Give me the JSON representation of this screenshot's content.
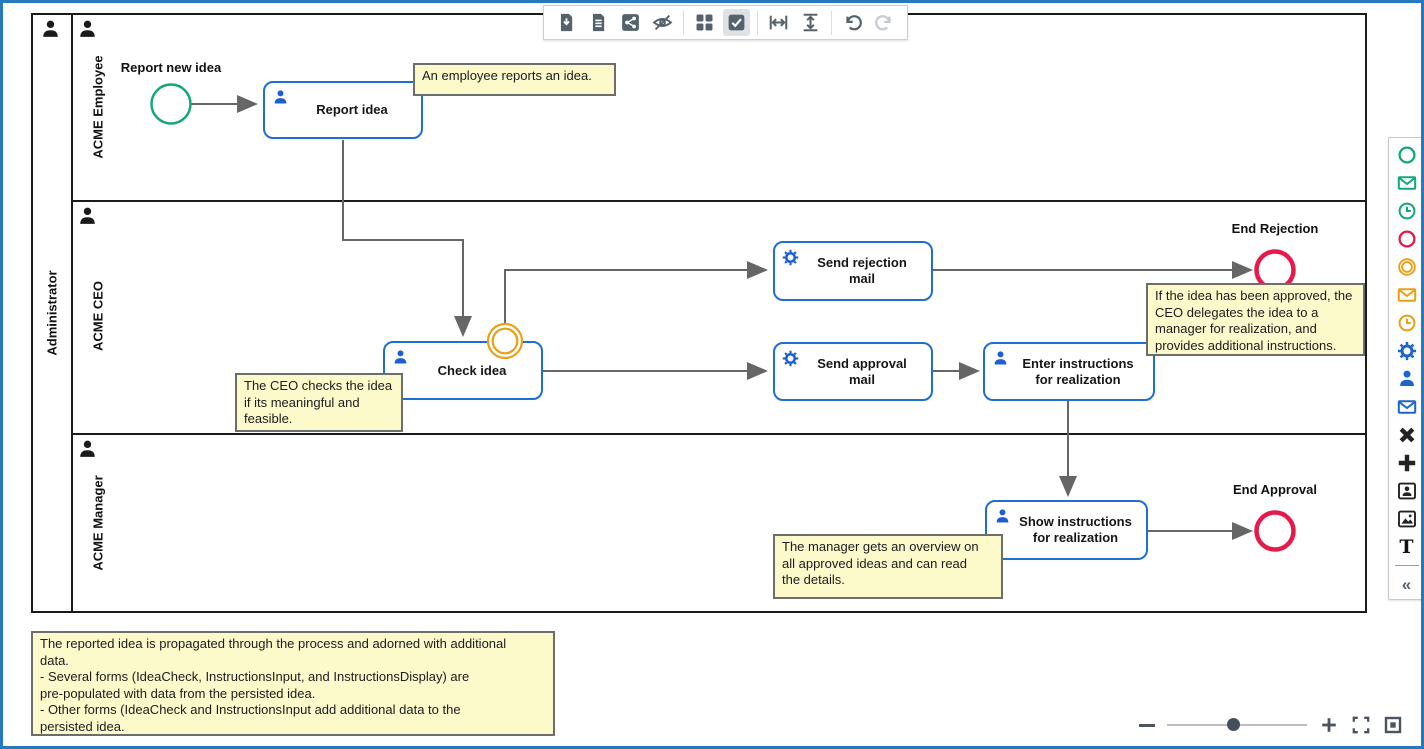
{
  "window": {
    "border_color": "#2679bd"
  },
  "toolbar": {
    "icons": [
      "download-document",
      "document",
      "share",
      "hide-overlays",
      "grid",
      "checkbox-checked",
      "fit-width",
      "fit-height",
      "undo",
      "redo"
    ],
    "active_icon": "checkbox-checked",
    "disabled_icon": "redo"
  },
  "pool": {
    "label": "Administrator",
    "lanes": [
      "ACME Employee",
      "ACME CEO",
      "ACME Manager"
    ]
  },
  "events": {
    "start": {
      "label": "Report new idea",
      "color": "#14a77c"
    },
    "boundary": {
      "label": "",
      "color": "#e8a117"
    },
    "end_rejection": {
      "label": "End Rejection",
      "color": "#e6194b"
    },
    "end_approval": {
      "label": "End Approval",
      "color": "#e6194b"
    }
  },
  "tasks": {
    "report_idea": {
      "label": "Report idea",
      "type": "user"
    },
    "check_idea": {
      "label": "Check idea",
      "type": "user"
    },
    "send_rejection": {
      "label": "Send rejection\nmail",
      "type": "service"
    },
    "send_approval": {
      "label": "Send approval\nmail",
      "type": "service"
    },
    "enter_instructions": {
      "label": "Enter instructions\nfor realization",
      "type": "user"
    },
    "show_instructions": {
      "label": "Show instructions\nfor realization",
      "type": "user"
    }
  },
  "annotations": {
    "employee_reports": "An employee reports an idea.",
    "ceo_checks": "The CEO checks the idea\nif its meaningful and\nfeasible.",
    "idea_approved": "If the idea has been approved, the\nCEO delegates the idea to a\nmanager for realization, and\nprovides additional instructions.",
    "manager_overview": "The manager gets an overview on\nall approved ideas and can read\nthe details.",
    "reported_idea": "The reported idea is propagated through the process and adorned with additional\ndata.\n- Several forms (IdeaCheck, InstructionsInput, and InstructionsDisplay) are\npre-populated with data from the persisted idea.\n- Other forms (IdeaCheck and InstructionsInput add additional data to the\npersisted idea."
  },
  "palette": {
    "icons": [
      "start-event",
      "message-start-event",
      "timer-start-event",
      "end-event",
      "boundary-event",
      "message-intermediate-event",
      "timer-intermediate-event",
      "service-task",
      "user-task",
      "send-task",
      "exclusive-gateway",
      "parallel-gateway",
      "framed-user",
      "image",
      "text-annotation",
      "collapse-palette"
    ],
    "text_annotation_glyph": "T",
    "collapse_glyph": "«"
  },
  "zoom_controls": {
    "icons": [
      "zoom-out",
      "zoom-slider",
      "zoom-in",
      "fullscreen",
      "fit-viewport"
    ]
  },
  "colors": {
    "task_border": "#1d6fd3",
    "start_event": "#14a77c",
    "end_event": "#e6194b",
    "boundary_event": "#e8a117",
    "note_fill": "#fcf9cb",
    "note_border": "#6d6d6d",
    "flow": "#666666",
    "toolbar_icon": "#55626d"
  }
}
